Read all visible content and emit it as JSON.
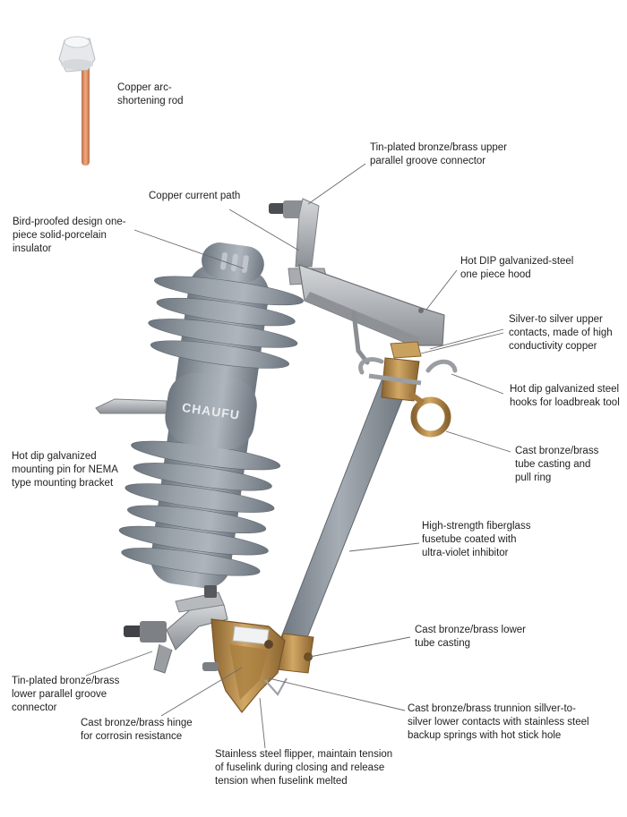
{
  "brand": "CHAUFU",
  "colors": {
    "porcelain": "#8a929b",
    "porcelain_dark": "#6d757e",
    "porcelain_light": "#aeb5bd",
    "bronze": "#b58a4a",
    "bronze_dark": "#8a6430",
    "steel": "#b9bcbf",
    "steel_dark": "#7d8186",
    "copper": "#d98b5f",
    "leader": "#6b6b6b",
    "text": "#222222"
  },
  "labels": [
    {
      "key": "copper_rod",
      "text": "Copper arc-\nshortening rod"
    },
    {
      "key": "upper_connector",
      "text": "Tin-plated bronze/brass upper\nparallel groove connector"
    },
    {
      "key": "current_path",
      "text": "Copper current path"
    },
    {
      "key": "insulator",
      "text": "Bird-proofed design one-\npiece solid-porcelain\ninsulator"
    },
    {
      "key": "hood",
      "text": "Hot DIP galvanized-steel\none piece hood"
    },
    {
      "key": "upper_contacts",
      "text": "Silver-to silver upper\ncontacts, made of high\nconductivity copper"
    },
    {
      "key": "hooks",
      "text": "Hot dip galvanized steel\nhooks for loadbreak tool"
    },
    {
      "key": "tube_casting",
      "text": "Cast bronze/brass\ntube casting and\npull ring"
    },
    {
      "key": "mounting_pin",
      "text": "Hot dip galvanized\nmounting pin for NEMA\ntype mounting bracket"
    },
    {
      "key": "fusetube",
      "text": "High-strength fiberglass\nfusetube coated with\nultra-violet inhibitor"
    },
    {
      "key": "lower_casting",
      "text": "Cast bronze/brass lower\ntube casting"
    },
    {
      "key": "lower_connector",
      "text": "Tin-plated bronze/brass\nlower parallel groove\nconnector"
    },
    {
      "key": "hinge",
      "text": "Cast bronze/brass hinge\nfor corrosin resistance"
    },
    {
      "key": "trunnion",
      "text": "Cast bronze/brass trunnion sillver-to-\nsilver lower contacts with stainless steel\nbackup springs with hot stick hole"
    },
    {
      "key": "flipper",
      "text": "Stainless steel flipper, maintain tension\nof fuselink during closing and release\ntension when fuselink melted"
    }
  ]
}
